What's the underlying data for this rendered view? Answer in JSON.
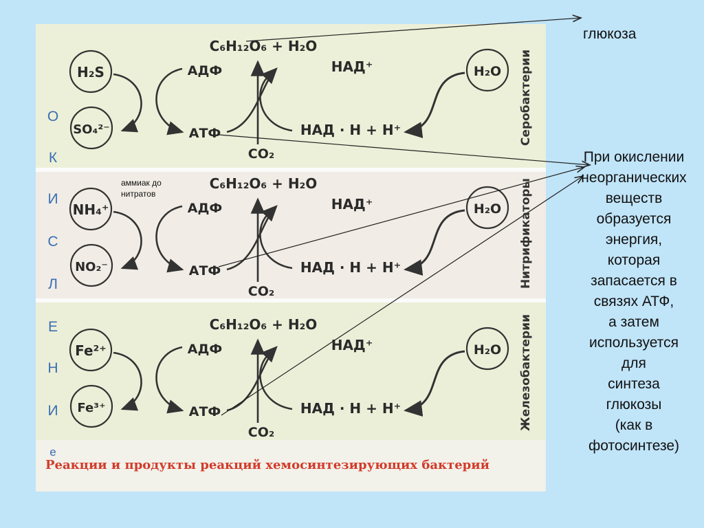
{
  "right_note": {
    "glucose": "глюкоза",
    "lines": [
      "При окислении",
      "неорганических",
      "веществ",
      "образуется",
      "энергия,",
      "которая",
      "запасается в",
      "связях  АТФ,",
      "а затем",
      "используется",
      "для",
      "синтеза",
      "глюкозы",
      "(как в",
      "фотосинтезе)"
    ]
  },
  "vertical_word": [
    "О",
    "К",
    "И",
    "С",
    "Л",
    "Е",
    "Н",
    "И",
    "е"
  ],
  "ammonia_note": "аммиак до нитратов",
  "caption": "Реакции и продукты реакций хемосинтезирующих бактерий",
  "rows": [
    {
      "label": "Серобактерии",
      "top_substrate": "H₂S",
      "bottom_substrate": "SO₄²⁻"
    },
    {
      "label": "Нитрификаторы",
      "top_substrate": "NH₄⁺",
      "bottom_substrate": "NO₂⁻"
    },
    {
      "label": "Железобактерии",
      "top_substrate": "Fe²⁺",
      "bottom_substrate": "Fe³⁺"
    }
  ],
  "common": {
    "glucose_formula": "C₆H₁₂O₆ + H₂O",
    "adp": "АДФ",
    "atp": "АТФ",
    "nad": "НАД⁺",
    "nadh": "НАД · Н + Н⁺",
    "co2": "CO₂",
    "water": "H₂O"
  }
}
